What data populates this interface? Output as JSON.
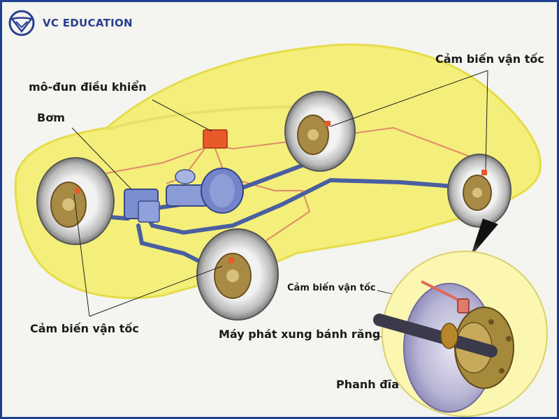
{
  "brand": {
    "name": "VC EDUCATION",
    "logo_icon": "vc-shield-logo-icon",
    "color": "#2a3f8f"
  },
  "labels": {
    "control_module": "mô-đun điều khiển",
    "pump": "Bơm",
    "speed_sensor_rear": "Cảm biến vận tốc",
    "speed_sensor_front": "Cảm biến vận tốc",
    "inset_speed_sensor": "Cảm biến vận tốc",
    "tone_ring": "Máy phát xung bánh răng",
    "disc_brake": "Phanh đĩa"
  },
  "colors": {
    "car_body": "#f3ef7a",
    "brake_line": "#e08a6a",
    "hydraulic_pipe": "#4a5fa0",
    "control_module": "#e85a2a",
    "frame": "#1f3f8f"
  }
}
